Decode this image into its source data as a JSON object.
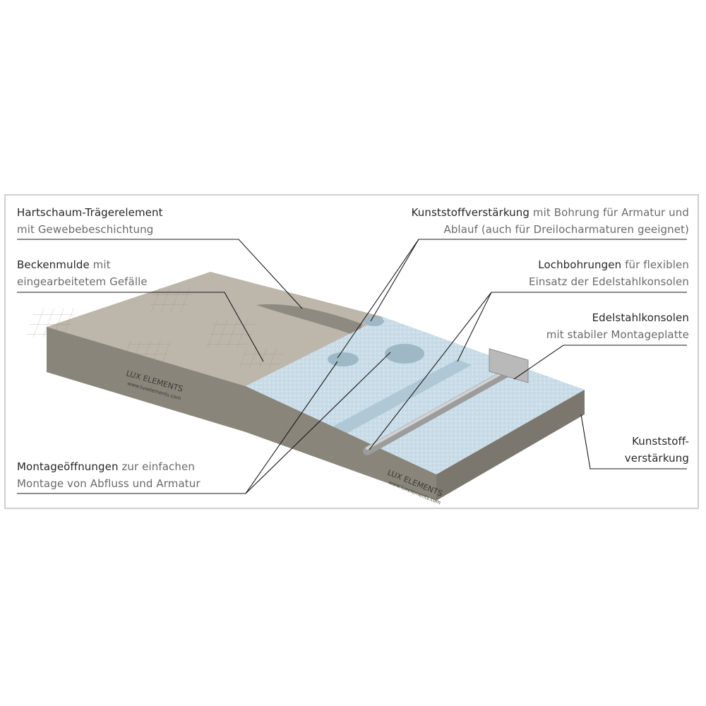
{
  "brand": {
    "text": "LUX ELEMENTS",
    "url": "www.luxelements.com"
  },
  "labels": {
    "hartschaum": {
      "bold": "Hartschaum-Trägerelement",
      "rest": "",
      "line2": "mit Gewebebeschichtung"
    },
    "beckenmulde": {
      "bold": "Beckenmulde",
      "rest": " mit",
      "line2": "eingearbeitetem Gefälle"
    },
    "kunststoff_top": {
      "bold": "Kunststoffverstärkung",
      "rest": " mit Bohrung für Armatur und",
      "line2": "Ablauf (auch für Dreilocharmaturen geeignet)"
    },
    "lochbohrungen": {
      "bold": "Lochbohrungen",
      "rest": " für flexiblen",
      "line2": "Einsatz der Edelstahlkonsolen"
    },
    "edelstahl": {
      "bold": "Edelstahlkonsolen",
      "rest": "",
      "line2": "mit stabiler Montageplatte"
    },
    "kunststoff_bottom": {
      "bold": "Kunststoff-",
      "rest": "",
      "line2": "verstärkung"
    },
    "montage": {
      "bold": "Montageöffnungen",
      "rest": " zur einfachen",
      "line2": "Montage von Abfluss und Armatur"
    }
  },
  "colors": {
    "foam": "#b7b1a6",
    "foam_side": "#8a857b",
    "plastic": "#c9dde8",
    "plastic_side": "#a9c1cf",
    "steel": "#a8a8a8",
    "line": "#1a1a1a",
    "frame": "#cfcfcf"
  }
}
